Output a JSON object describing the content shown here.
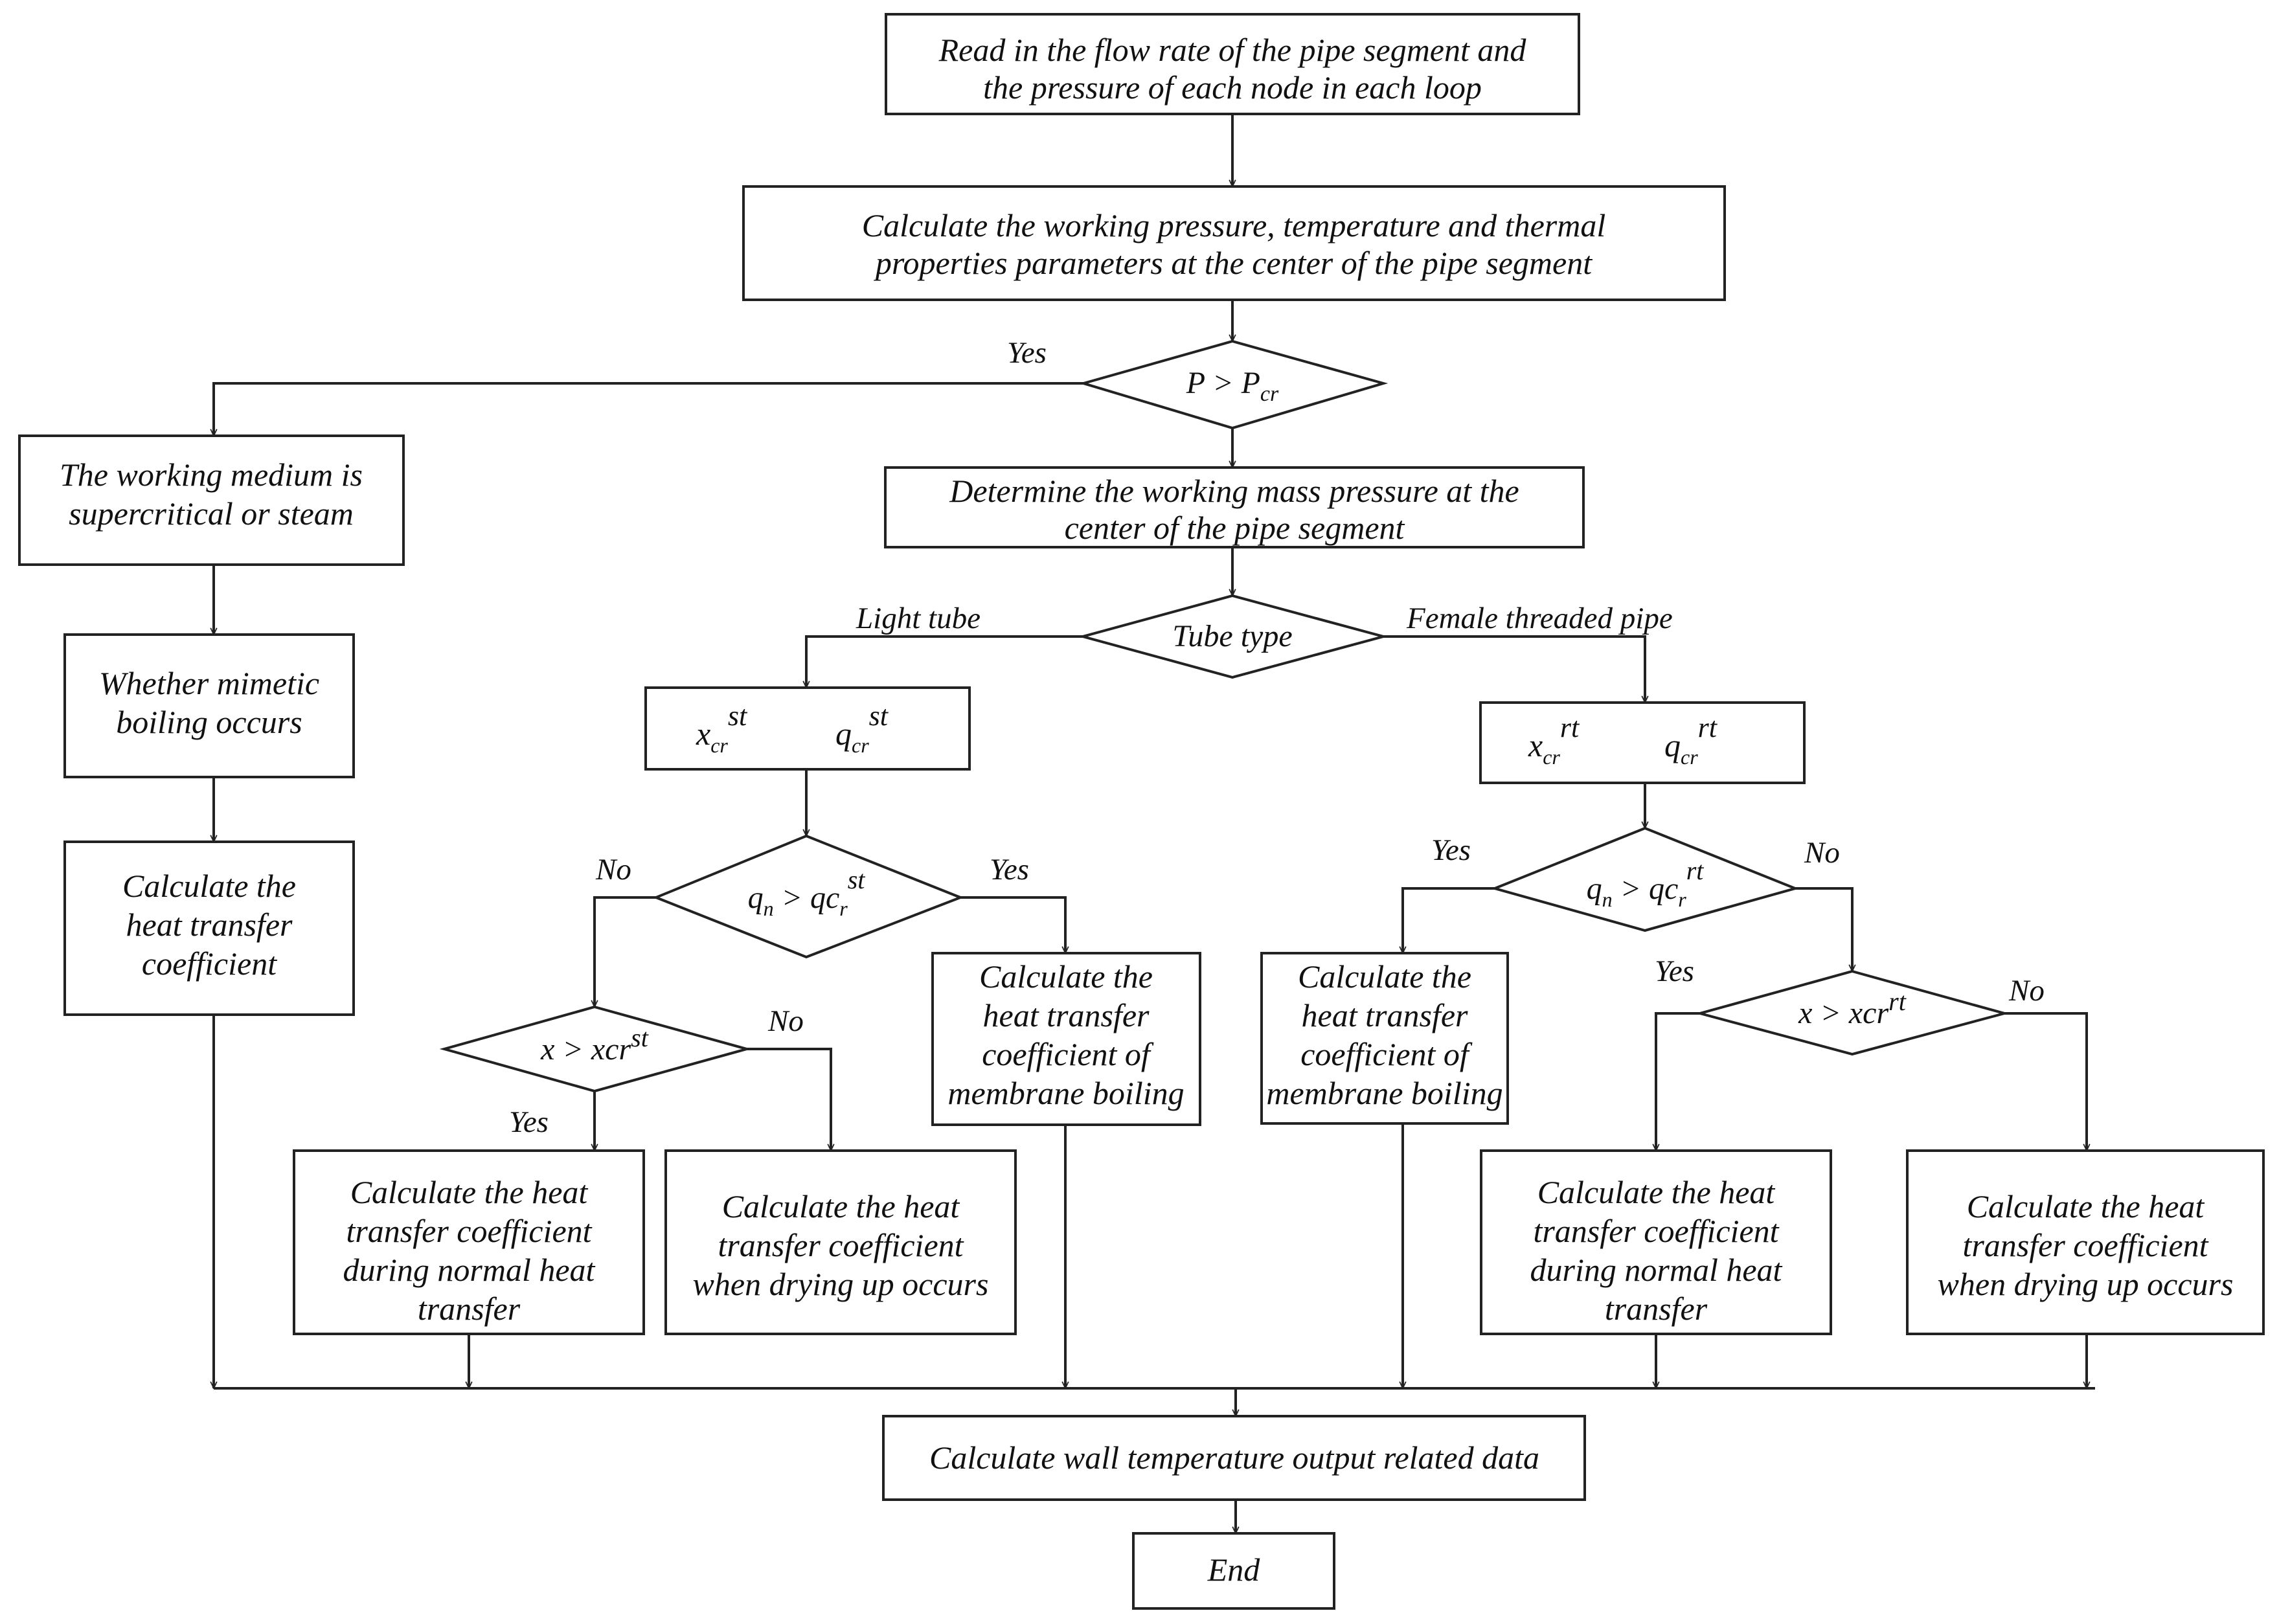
{
  "nodes": {
    "start": {
      "lines": [
        "Read in the flow rate of the pipe segment and",
        "the pressure of each node in each loop"
      ]
    },
    "calc_center": {
      "lines": [
        "Calculate the working pressure, temperature and thermal",
        "properties  parameters at the center of the pipe segment"
      ]
    },
    "decision_pressure": {
      "text": "P > P",
      "sub": "cr"
    },
    "medium": {
      "lines": [
        "The working medium is",
        "supercritical or steam"
      ]
    },
    "mimetic": {
      "lines": [
        "Whether mimetic",
        "boiling occurs"
      ]
    },
    "calc_htc_left": {
      "lines": [
        "Calculate the",
        "heat transfer",
        "coefficient"
      ]
    },
    "determine_mass": {
      "lines": [
        "Determine the working mass pressure at the",
        "center of the pipe segment"
      ]
    },
    "decision_tube": {
      "text": "Tube type"
    },
    "crit_light": {
      "x": "x",
      "x_sub": "cr",
      "x_sup": "st",
      "q": "q",
      "q_sub": "cr",
      "q_sup": "st"
    },
    "crit_threaded": {
      "x": "x",
      "x_sub": "cr",
      "x_sup": "rt",
      "q": "q",
      "q_sub": "cr",
      "q_sup": "rt"
    },
    "decision_qn_light": {
      "q": "q",
      "q_sub": "n",
      "mid": " > qc",
      "mid_sub": "r",
      "sup": "st"
    },
    "decision_qn_threaded": {
      "q": "q",
      "q_sub": "n",
      "mid": " > qc",
      "mid_sub": "r",
      "sup": "rt"
    },
    "decision_x_light": {
      "text": "x > xcr",
      "sup": "st"
    },
    "decision_x_threaded": {
      "text": "x > xcr",
      "sup": "rt"
    },
    "membrane_light": {
      "lines": [
        "Calculate the",
        "heat transfer",
        "coefficient of",
        "membrane boiling"
      ]
    },
    "membrane_threaded": {
      "lines": [
        "Calculate the",
        "heat transfer",
        "coefficient of",
        "membrane boiling"
      ]
    },
    "normal_light": {
      "lines": [
        "Calculate the heat",
        "transfer coefficient",
        "during normal heat",
        "transfer"
      ]
    },
    "dry_light": {
      "lines": [
        "Calculate the heat",
        "transfer coefficient",
        "when drying up occurs"
      ]
    },
    "normal_threaded": {
      "lines": [
        "Calculate the heat",
        "transfer coefficient",
        "during normal heat",
        "transfer"
      ]
    },
    "dry_threaded": {
      "lines": [
        "Calculate the heat",
        "transfer coefficient",
        "when drying up occurs"
      ]
    },
    "wall_temp": {
      "lines": [
        "Calculate wall  temperature output related data"
      ]
    },
    "end": {
      "lines": [
        "End"
      ]
    }
  },
  "edge_labels": {
    "pressure_yes": "Yes",
    "light_tube": "Light tube",
    "threaded_pipe": "Female  threaded pipe",
    "qn_light_no": "No",
    "qn_light_yes": "Yes",
    "x_light_no": "No",
    "x_light_yes": "Yes",
    "qn_threaded_yes": "Yes",
    "qn_threaded_no": "No",
    "x_threaded_yes": "Yes",
    "x_threaded_no": "No"
  }
}
